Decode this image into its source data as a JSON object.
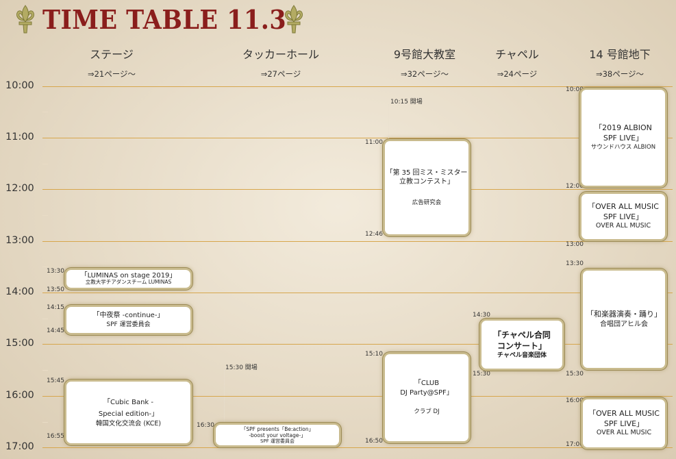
{
  "title": "TIME TABLE 11.3",
  "colors": {
    "title": "#8a1e1c",
    "gridline": "#d7a64c",
    "background": "#e4d8c3"
  },
  "icons": [
    "fleur-de-lis-icon"
  ],
  "columns": [
    {
      "name": "ステージ",
      "page": "⇒21ページ～"
    },
    {
      "name": "タッカーホール",
      "page": "⇒27ページ"
    },
    {
      "name": "9号館大教室",
      "page": "⇒32ページ～"
    },
    {
      "name": "チャペル",
      "page": "⇒24ページ"
    },
    {
      "name": "14 号館地下",
      "page": "⇒38ページ～"
    }
  ],
  "hours": [
    "10:00",
    "11:00",
    "12:00",
    "13:00",
    "14:00",
    "15:00",
    "16:00",
    "17:00"
  ],
  "time_marks": {
    "t9_open": "10:15 開場",
    "t9_start": "11:00",
    "t9_end": "12:46",
    "t14_a_start": "10:00",
    "t14_a_end": "12:00",
    "t14_b_end": "13:00",
    "t14_c_start": "13:30",
    "t14_c_end": "15:30",
    "t14_d_start": "16:00",
    "t14_d_end": "17:00",
    "st_a_start": "13:30",
    "st_a_end": "13:50",
    "st_b_start": "14:15",
    "st_b_end": "14:45",
    "st_c_start": "15:45",
    "st_c_end": "16:55",
    "ch_start": "14:30",
    "ch_end": "15:30",
    "t9_club_start": "15:10",
    "t9_club_end": "16:50",
    "tk_open": "15:30 開場",
    "tk_start": "16:30"
  },
  "events": {
    "albion": {
      "title1": "「2019 ALBION",
      "title2": "SPF LIVE」",
      "org": "サウンドハウス ALBION"
    },
    "overall1": {
      "title1": "「OVER ALL MUSIC",
      "title2": "SPF LIVE」",
      "org": "OVER ALL MUSIC"
    },
    "misscon": {
      "title1": "「第 35 回ミス・ミスター",
      "title2": "立教コンテスト」",
      "org": "広告研究会"
    },
    "luminas": {
      "title1": "「LUMINAS on stage 2019」",
      "org": "立教大学チアダンスチーム LUMINAS"
    },
    "midnight": {
      "title1": "「中夜祭 -continue-」",
      "org": "SPF 運営委員会"
    },
    "wagakki": {
      "title1": "「和楽器演奏・踊り」",
      "org": "合唱団アヒル会"
    },
    "chapel": {
      "title1": "「チャペル合同",
      "title2": "コンサート」",
      "org": "チャペル音楽団体"
    },
    "club": {
      "title1": "「CLUB",
      "title2": "DJ Party@SPF」",
      "org": "クラブ DJ"
    },
    "cubic": {
      "title1": "「Cubic Bank -",
      "title2": "Special edition-」",
      "org": "韓国文化交流会 (KCE)"
    },
    "spfpresents": {
      "title1": "「SPF presents「Be:action」",
      "title2": "-boost your voltage-」",
      "org": "SPF 運営委員会"
    },
    "overall2": {
      "title1": "「OVER ALL MUSIC",
      "title2": "SPF LIVE」",
      "org": "OVER ALL MUSIC"
    }
  }
}
